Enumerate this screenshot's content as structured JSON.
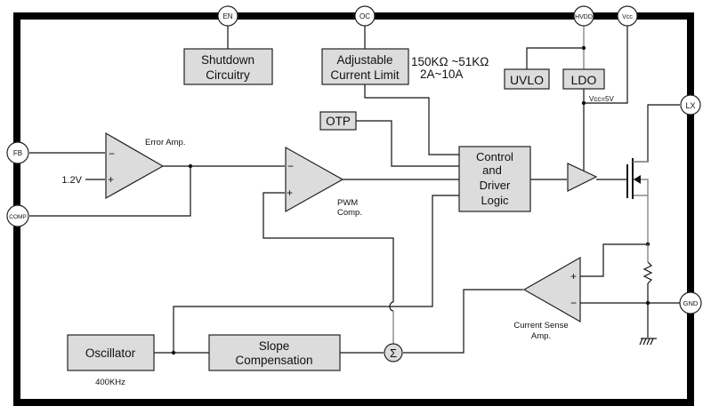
{
  "pins": {
    "en": "EN",
    "oc": "OC",
    "hvdd": "HVDD",
    "vcc": "Vcc",
    "lx": "LX",
    "fb": "FB",
    "comp": "COMP",
    "gnd": "GND"
  },
  "blocks": {
    "shutdown": [
      "Shutdown",
      "Circuitry"
    ],
    "current_limit": [
      "Adjustable",
      "Current Limit"
    ],
    "otp": "OTP",
    "uvlo": "UVLO",
    "ldo": "LDO",
    "control": [
      "Control",
      "and",
      "Driver",
      "Logic"
    ],
    "oscillator": "Oscillator",
    "slope": [
      "Slope",
      "Compensation"
    ]
  },
  "annotations": {
    "current_limit_range_1": "150KΩ ~51KΩ",
    "current_limit_range_2": "2A~10A",
    "vcc_5v": "Vcc=5V",
    "ref_voltage": "1.2V",
    "error_amp": "Error Amp.",
    "pwm_comp": [
      "PWM",
      "Comp."
    ],
    "current_sense": [
      "Current Sense",
      "Amp."
    ],
    "osc_freq": "400KHz",
    "sigma": "Σ",
    "minus": "−",
    "plus": "+"
  }
}
